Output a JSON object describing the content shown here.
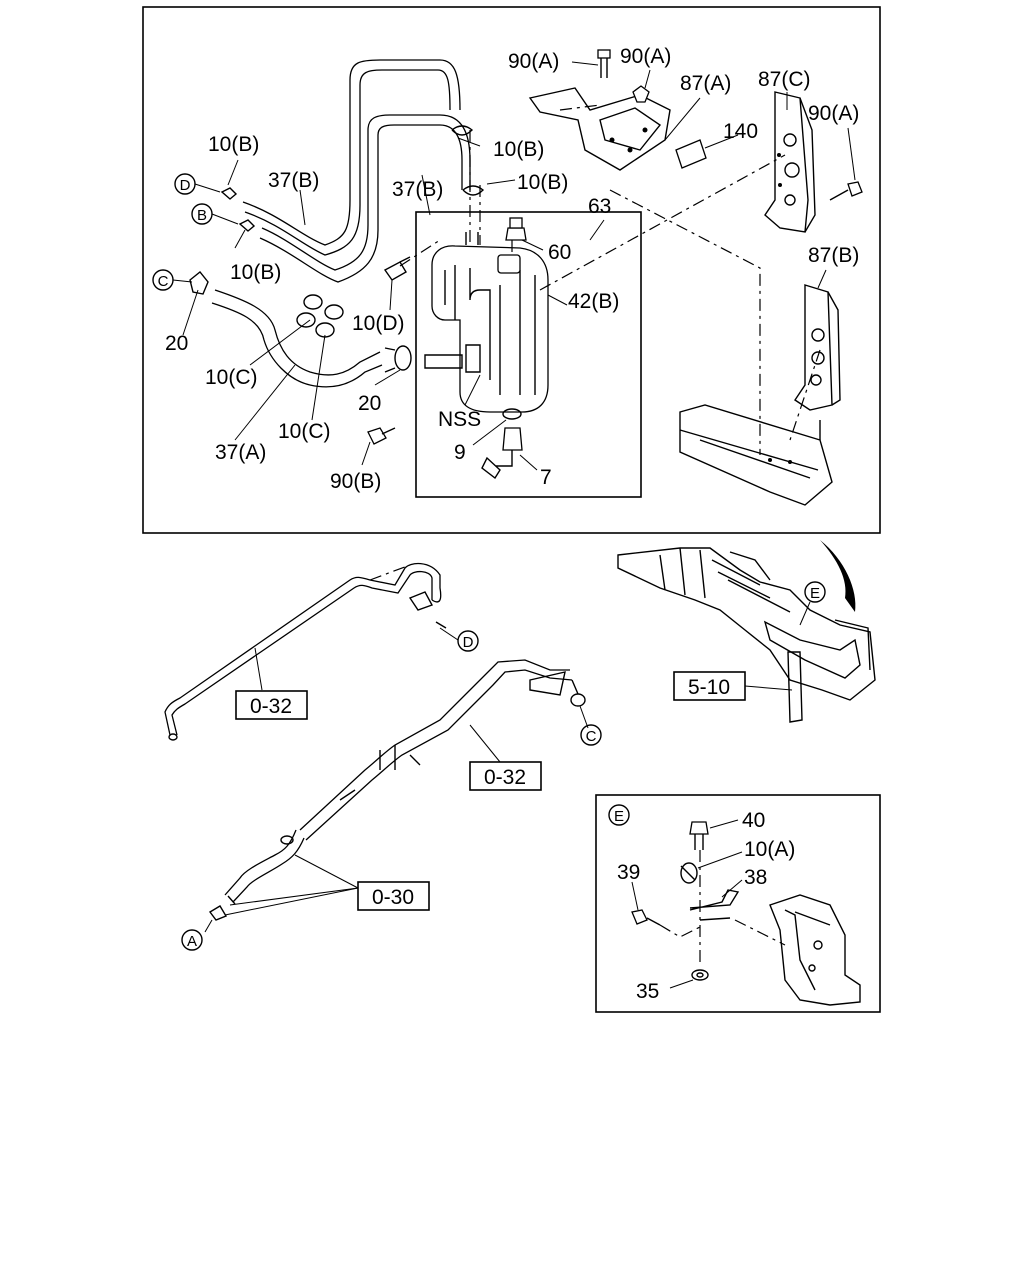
{
  "labels": {
    "p90A_1": "90(A)",
    "p90A_2": "90(A)",
    "p87A": "87(A)",
    "p87C": "87(C)",
    "p90A_3": "90(A)",
    "p140": "140",
    "p10B_1": "10(B)",
    "p10B_2": "10(B)",
    "p10B_3": "10(B)",
    "p10B_4": "10(B)",
    "p37B_1": "37(B)",
    "p37B_2": "37(B)",
    "p63": "63",
    "p60": "60",
    "p42B": "42(B)",
    "p87B": "87(B)",
    "p10D": "10(D)",
    "p20_1": "20",
    "p20_2": "20",
    "p10C_1": "10(C)",
    "p10C_2": "10(C)",
    "p37A": "37(A)",
    "pNSS": "NSS",
    "p9": "9",
    "p7": "7",
    "p90B": "90(B)",
    "p40": "40",
    "p10A": "10(A)",
    "p39": "39",
    "p38": "38",
    "p35": "35"
  },
  "refs": {
    "r032a": "0-32",
    "r032b": "0-32",
    "r030": "0-30",
    "r510": "5-10"
  },
  "callouts": {
    "A": "A",
    "B": "B",
    "C": "C",
    "D": "D",
    "E": "E"
  }
}
